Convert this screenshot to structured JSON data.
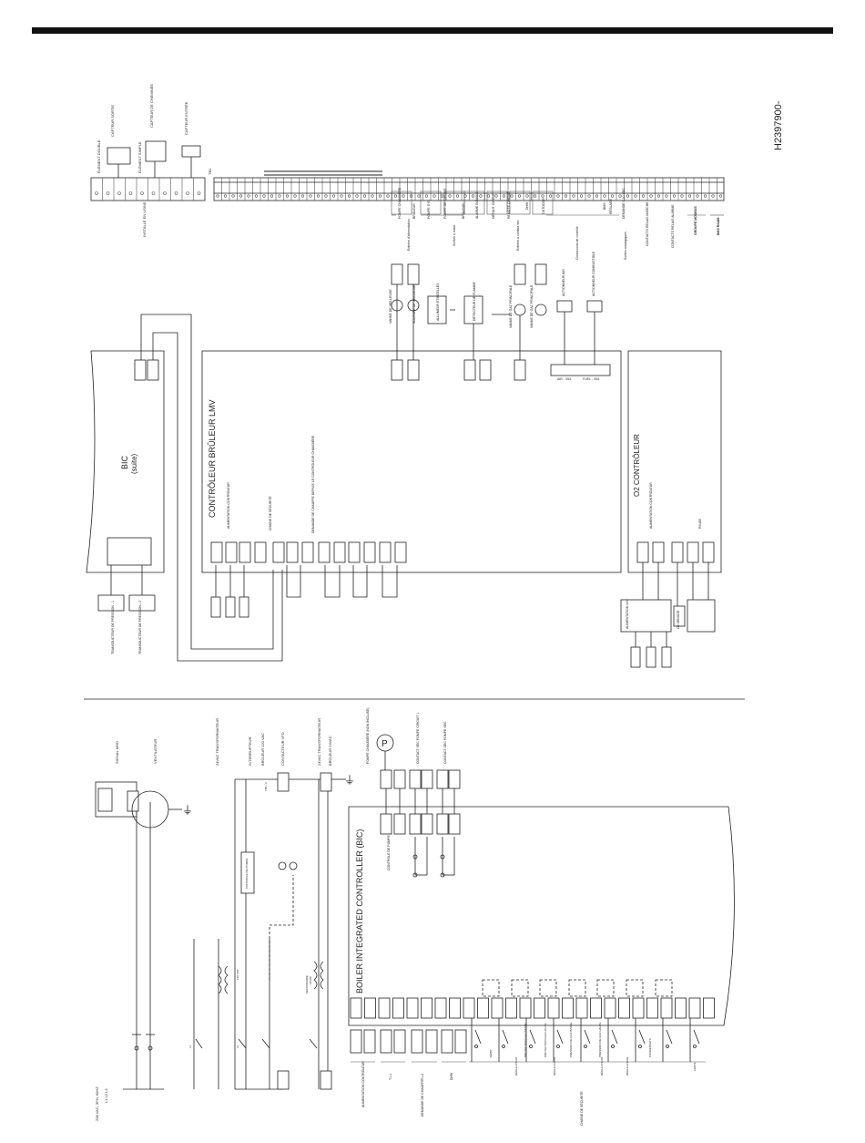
{
  "document_id": "H2397900-",
  "top_section": {
    "terminals_label": "TB1",
    "sensor_labels": [
      "CAPTEUR SORTIE",
      "CAPTEUR DE CHEMINÉE",
      "CAPTEUR ENTRÉE"
    ],
    "small_labels": [
      "ÉLÉMENT DOUBLE",
      "ÉLÉMENT SIMPLE"
    ],
    "board_label": "INSTALLÉ EN USINE",
    "group_labels": [
      "Entrées d'alimentation",
      "Sorties à relais",
      "Entrées à contact sec",
      "Connexions de contrôle",
      "Sorties analogiques",
      "CONTACTS RELAIS MARCHE",
      "CONTACTS RELAIS ALARME",
      "GROUPE MODBUS",
      "BMS RS485"
    ],
    "terminal_labels": [
      "POMPE CHAUDIÈRE",
      "BRÛLEUR",
      "POMPE SYS.",
      "POMPE DE CIRCUIT",
      "BRÛLEUR",
      "ALARME BOUCLE",
      "DÉFAUT CIRCUIT",
      "REMOTE CIRCUIT",
      "DHW",
      "OUTDOOR",
      "BMS",
      "RÉGLAGE",
      "DEMANDE 0-10 VDC"
    ],
    "actuators": [
      "ACTIONNEUR AIR",
      "ACTIONNEUR COMBUSTIBLE"
    ],
    "valves": [
      "VANNE DE VEILLEUSE",
      "SOUPAPE DE VEILLEUSE",
      "ALLUMEUR ÉTINCELLES",
      "DÉTECTEUR DE FLAMME",
      "VANNE DE GAZ PRINCIPALE",
      "VANNE DE GAZ PRINCIPALE"
    ],
    "actuator_terminals": [
      "AIR - X53",
      "FUEL - X54"
    ],
    "bic": {
      "title": "BIC",
      "subtitle": "(suite)"
    },
    "lmv": {
      "title": "CONTRÔLEUR BRÛLEUR LMV",
      "sublabels": [
        "ALIMENTATION CONTRÔLEUR",
        "CHAÎNE DE SÉCURITÉ",
        "DEMANDE DE CHAUFFE DEPUIS LE CONTRÔLEUR CHAUDIÈRE"
      ]
    },
    "o2": {
      "title": "O2 CONTRÔLEUR",
      "sublabels": [
        "ALIMENTATION CONTRÔLEUR",
        "RS485"
      ],
      "supply_label": "ALIMENTATION 24V",
      "sensor_label": "O2 SENSOR"
    },
    "transducers": [
      "TRANSDUCTEUR DE PRESSION - 1",
      "TRANSDUCTEUR DE PRESSION - 2"
    ]
  },
  "bottom_section": {
    "bic_title": "BOILER INTEGRATED CONTROLLER (BIC)",
    "power_label": "208 VAC, 3PH, 60HZ",
    "power_lines": "L1 L2 L3",
    "components": [
      "SIGNAL MOD",
      "VENTILATEUR",
      "24VAC TRANSFORMATEUR",
      "INTERRUPTEUR",
      "BRÛLEUR 120 VAC",
      "CONTACTEUR VFD",
      "24VAC TRANSFORMATEUR",
      "BRÛLEUR 24VAC",
      "POMPE CHAUDIÈRE (NON INCLUSE)",
      "CONTACT SEC POMPE CIRCUIT 1",
      "CONTACT SEC POMPE SEC"
    ],
    "left_labels": [
      "ALIMENTATION CONTRÔLEUR",
      "DEMANDE DE CHAUFFE",
      "T1-1",
      "T1-2",
      "DHW"
    ],
    "chain_label": "CHAÎNE DE SÉCURITÉ",
    "chain_items": [
      "DÉBIT",
      "PROTECTION GAZ BASSE",
      "PROTECTION GAZ HAUTE",
      "PRESSION DE GAZ BASSE",
      "PRESSION DE GAZ HAUTE",
      "CONDENSATS",
      "LIMITE"
    ],
    "chain_group_labels": [
      "RÉGULATEUR",
      "RÉGULATEUR",
      "RÉGULATEUR",
      "RÉGULATEUR"
    ],
    "misc_labels": [
      "CONTROLE DE POMPE",
      "120 VAC",
      "24VAC",
      "SECONDAIRE",
      "L1",
      "L2",
      "TB1 - 2"
    ],
    "ground_symbol": "⏚"
  }
}
